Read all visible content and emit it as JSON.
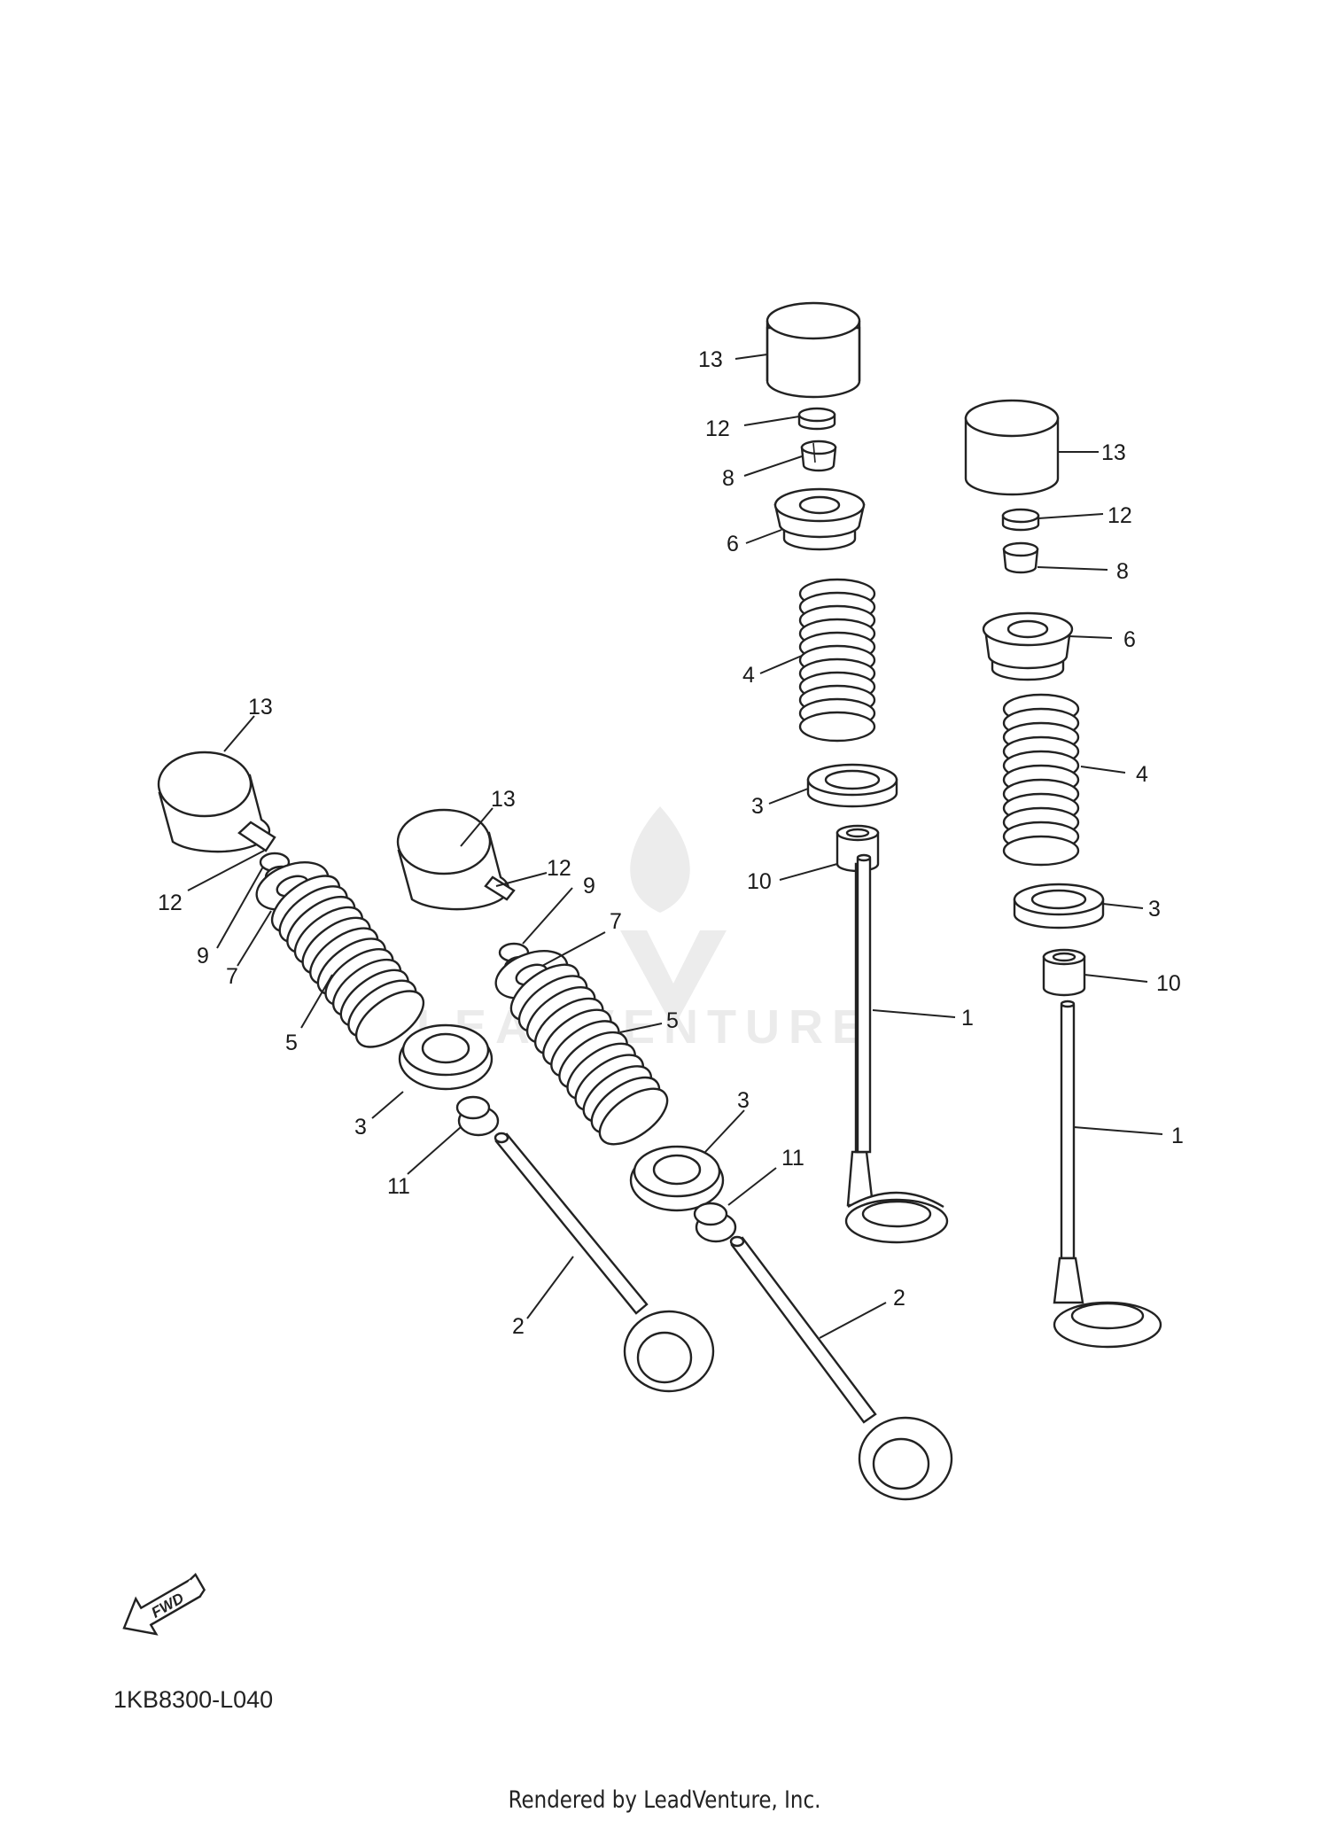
{
  "watermark": {
    "text": "LEADVENTURE"
  },
  "fwd_label": "FWD",
  "diagram_code": "1KB8300-L040",
  "render_credit": "Rendered by LeadVenture, Inc.",
  "callouts": {
    "13": "13",
    "12": "12",
    "11": "11",
    "10": "10",
    "9": "9",
    "8": "8",
    "7": "7",
    "6": "6",
    "5": "5",
    "4": "4",
    "3": "3",
    "2": "2",
    "1": "1"
  },
  "colors": {
    "line": "#222222",
    "watermark": "#ececec",
    "background": "#ffffff"
  }
}
